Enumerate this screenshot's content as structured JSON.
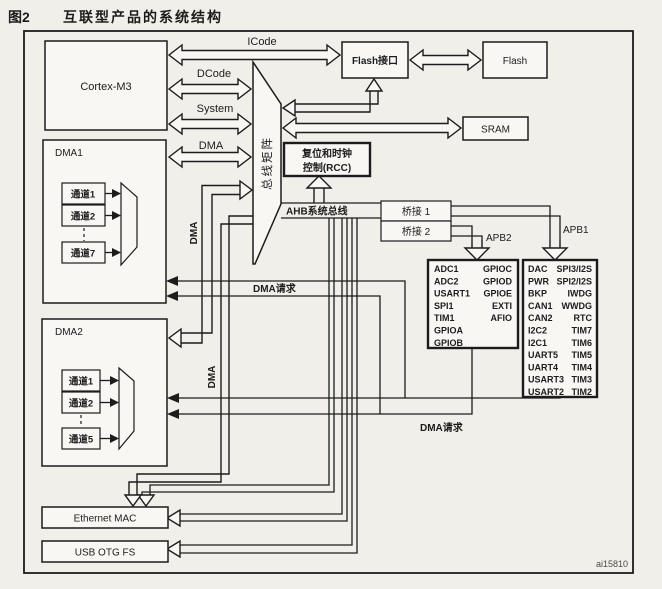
{
  "title": {
    "figure": "图2",
    "text": "互联型产品的系统结构"
  },
  "footer": {
    "watermark": "ai15810"
  },
  "colors": {
    "background": "#f1efe9",
    "line": "#1c1c1c",
    "box_fill": "#f8f7f3"
  },
  "blocks": {
    "cortex": "Cortex-M3",
    "flash_interface": "Flash接口",
    "flash": "Flash",
    "sram": "SRAM",
    "rcc_line1": "复位和时钟",
    "rcc_line2": "控制(RCC)",
    "bus_matrix": "总线矩阵",
    "bridge1": "桥接 1",
    "bridge2": "桥接 2",
    "ethernet_mac": "Ethernet MAC",
    "usb_otg": "USB OTG FS"
  },
  "buses": {
    "icode": "ICode",
    "dcode": "DCode",
    "system": "System",
    "dma": "DMA",
    "dma_vertical1": "DMA",
    "dma_vertical2": "DMA",
    "ahb": "AHB系统总线",
    "apb1": "APB1",
    "apb2": "APB2",
    "dma_request1": "DMA请求",
    "dma_request2": "DMA请求"
  },
  "dma1": {
    "label": "DMA1",
    "channels": [
      "通道1",
      "通道2",
      "通道7"
    ]
  },
  "dma2": {
    "label": "DMA2",
    "channels": [
      "通道1",
      "通道2",
      "通道5"
    ]
  },
  "apb2": {
    "rows": [
      {
        "l": "ADC1",
        "r": "GPIOC"
      },
      {
        "l": "ADC2",
        "r": "GPIOD"
      },
      {
        "l": "USART1",
        "r": "GPIOE"
      },
      {
        "l": "SPI1",
        "r": "EXTI"
      },
      {
        "l": "TIM1",
        "r": "AFIO"
      },
      {
        "l": "GPIOA",
        "r": ""
      },
      {
        "l": "GPIOB",
        "r": ""
      }
    ]
  },
  "apb1": {
    "rows": [
      {
        "l": "DAC",
        "r": "SPI3/I2S"
      },
      {
        "l": "PWR",
        "r": "SPI2/I2S"
      },
      {
        "l": "BKP",
        "r": "IWDG"
      },
      {
        "l": "CAN1",
        "r": "WWDG"
      },
      {
        "l": "CAN2",
        "r": "RTC"
      },
      {
        "l": "I2C2",
        "r": "TIM7"
      },
      {
        "l": "I2C1",
        "r": "TIM6"
      },
      {
        "l": "UART5",
        "r": "TIM5"
      },
      {
        "l": "UART4",
        "r": "TIM4"
      },
      {
        "l": "USART3",
        "r": "TIM3"
      },
      {
        "l": "USART2",
        "r": "TIM2"
      }
    ]
  }
}
